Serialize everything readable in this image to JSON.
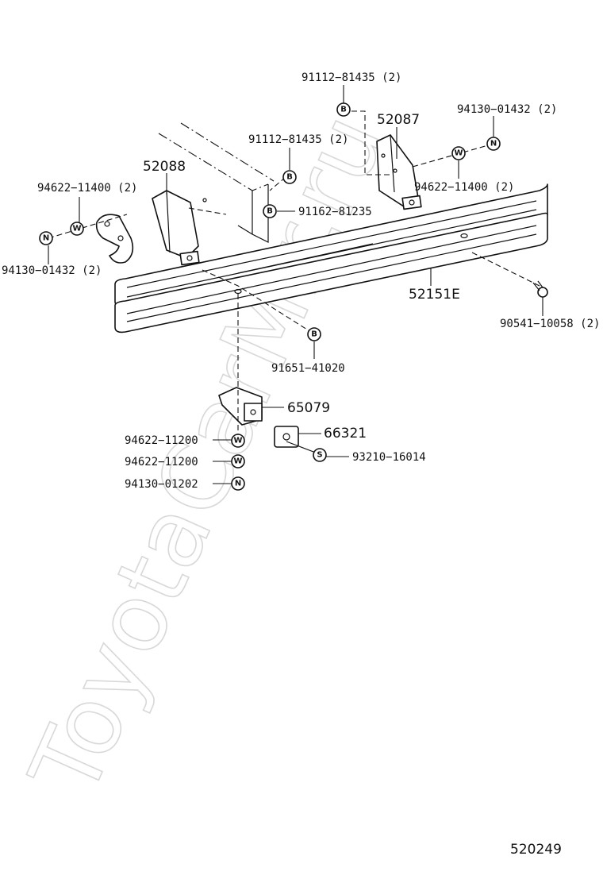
{
  "watermark": "ToyotaCarMir.ru",
  "diagram_code": "520249",
  "symbols": {
    "bolt": "B",
    "washer": "W",
    "nut": "N",
    "screw": "S"
  },
  "labels": {
    "bolt_top_right": "91112−81435 (2)",
    "bracket_rh": "52087",
    "nut_top_right": "94130−01432 (2)",
    "bolt_mid": "91112−81435 (2)",
    "bracket_lh": "52088",
    "washer_left": "94622−11400 (2)",
    "bolt_frame": "91162−81235",
    "washer_right": "94622−11400 (2)",
    "nut_left": "94130−01432 (2)",
    "bumper_bar": "52151E",
    "bolt_end": "90541−10058 (2)",
    "bolt_center": "91651−41020",
    "stay": "65079",
    "pad": "66321",
    "washer_lower_1": "94622−11200",
    "washer_lower_2": "94622−11200",
    "screw": "93210−16014",
    "nut_lower": "94130−01202"
  }
}
